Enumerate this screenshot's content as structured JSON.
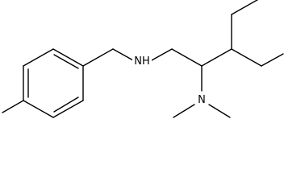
{
  "molecule": {
    "atoms": [
      {
        "id": "nh",
        "label": "NH"
      },
      {
        "id": "n_dimethyl",
        "label": "N"
      }
    ],
    "colors": {
      "bond": "#000000",
      "background": "#ffffff"
    }
  }
}
